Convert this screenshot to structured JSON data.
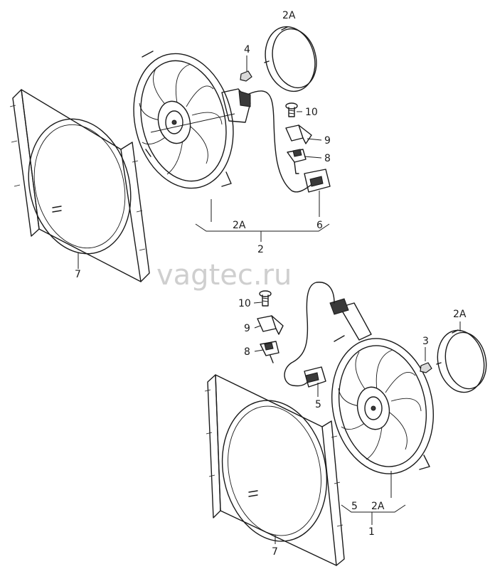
{
  "watermark": "vagtec.ru",
  "labels": {
    "a2_top": "2A",
    "n4": "4",
    "n10_top": "10",
    "n9_top": "9",
    "n8_top": "8",
    "n6": "6",
    "a2_group_top": "2A",
    "g_top_6": "6",
    "n2": "2",
    "n7_top": "7",
    "n10_bot": "10",
    "n9_bot": "9",
    "n8_bot": "8",
    "n5_conn": "5",
    "a2_right": "2A",
    "n3": "3",
    "g_bot_5": "5",
    "g_bot_2a": "2A",
    "n1": "1",
    "n7_bot": "7"
  }
}
